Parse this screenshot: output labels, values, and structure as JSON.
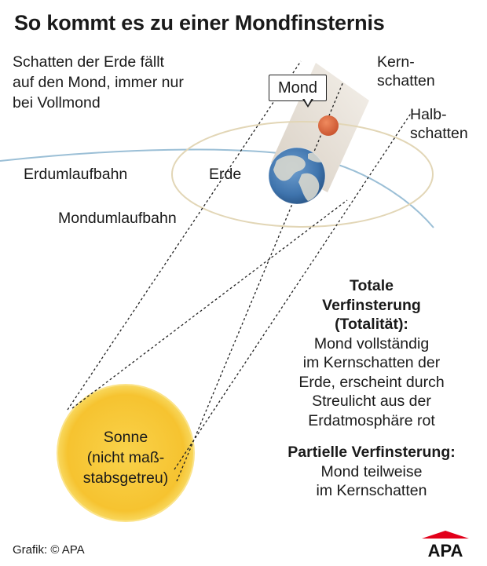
{
  "title": "So kommt es zu einer Mondfinsternis",
  "subtitle_lines": [
    "Schatten der Erde fällt",
    "auf den Mond, immer nur",
    "bei Vollmond"
  ],
  "labels": {
    "kernschatten": [
      "Kern-",
      "schatten"
    ],
    "halbschatten": [
      "Halb-",
      "schatten"
    ],
    "mond": "Mond",
    "erde": "Erde",
    "erdumlaufbahn": "Erdumlaufbahn",
    "mondumlaufbahn": "Mondumlaufbahn",
    "sonne": [
      "Sonne",
      "(nicht maß-",
      "stabsgetreu)"
    ]
  },
  "totale": {
    "heading": [
      "Totale",
      "Verfinsterung",
      "(Totalität):"
    ],
    "text": [
      "Mond vollständig",
      "im Kernschatten der",
      "Erde, erscheint durch",
      "Streulicht aus der",
      "Erdatmosphäre rot"
    ]
  },
  "partielle": {
    "heading": "Partielle Verfinsterung:",
    "text": [
      "Mond teilweise",
      "im Kernschatten"
    ]
  },
  "credit": "Grafik: © APA",
  "logo_text": "APA",
  "colors": {
    "sun": "#f6c330",
    "moon": "#d9663d",
    "earth_ocean": "#3f74ad",
    "umbra": "#cbc1b4",
    "orbit_line": "#e2d6b6",
    "orbit_blue": "#8cb4cf",
    "logo_red": "#e2001a"
  }
}
